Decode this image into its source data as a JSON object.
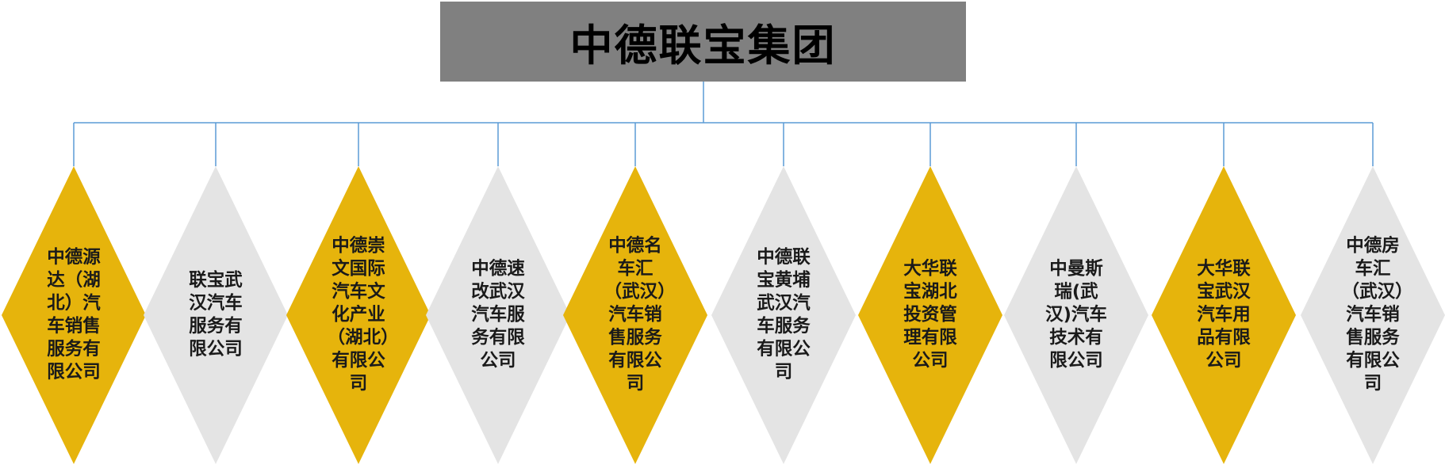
{
  "root": {
    "title": "中德联宝集团",
    "fill": "#808080"
  },
  "line_color": "#5B9BD5",
  "colors": {
    "gold": "#E6B40C",
    "gray": "#E4E4E4"
  },
  "companies": [
    {
      "name": "中德源达（湖北）汽车销售服务有限公司",
      "color": "gold"
    },
    {
      "name": "联宝武汉汽车服务有限公司",
      "color": "gray"
    },
    {
      "name": "中德崇文国际汽车文化产业（湖北）有限公司",
      "color": "gold"
    },
    {
      "name": "中德速改武汉汽车服务有限公司",
      "color": "gray"
    },
    {
      "name": "中德名车汇（武汉）汽车销售服务有限公司",
      "color": "gold"
    },
    {
      "name": "中德联宝黄埔武汉汽车服务有限公司",
      "color": "gray"
    },
    {
      "name": "大华联宝湖北投资管理有限公司",
      "color": "gold"
    },
    {
      "name": "中曼斯瑞(武汉)汽车技术有限公司",
      "color": "gray"
    },
    {
      "name": "大华联宝武汉汽车用品有限公司",
      "color": "gold"
    },
    {
      "name": "中德房车汇（武汉）汽车销售服务有限公司",
      "color": "gray"
    }
  ]
}
